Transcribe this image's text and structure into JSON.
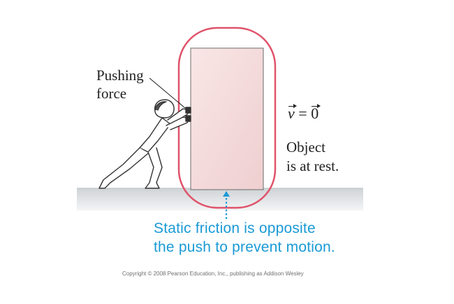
{
  "labels": {
    "pushing_force_line1": "Pushing",
    "pushing_force_line2": "force",
    "velocity_v": "v",
    "velocity_eq": " = ",
    "velocity_zero": "0",
    "rest_line1": "Object",
    "rest_line2": "is at rest.",
    "friction_line1": "Static friction is opposite",
    "friction_line2": "the push to prevent motion.",
    "copyright": "Copyright © 2008 Pearson Education, Inc., publishing as Addison Wesley"
  },
  "colors": {
    "friction_text": "#1a9ad6",
    "friction_arrow": "#1a9ad6",
    "highlight_ring": "#e0536a",
    "box_fill": "#f2d4d5",
    "box_stroke": "#555555",
    "floor": "#d9dcdf",
    "ink": "#222222"
  },
  "icons": {
    "figure": "person-pushing-icon",
    "arrow": "upward-dotted-arrow-icon"
  }
}
